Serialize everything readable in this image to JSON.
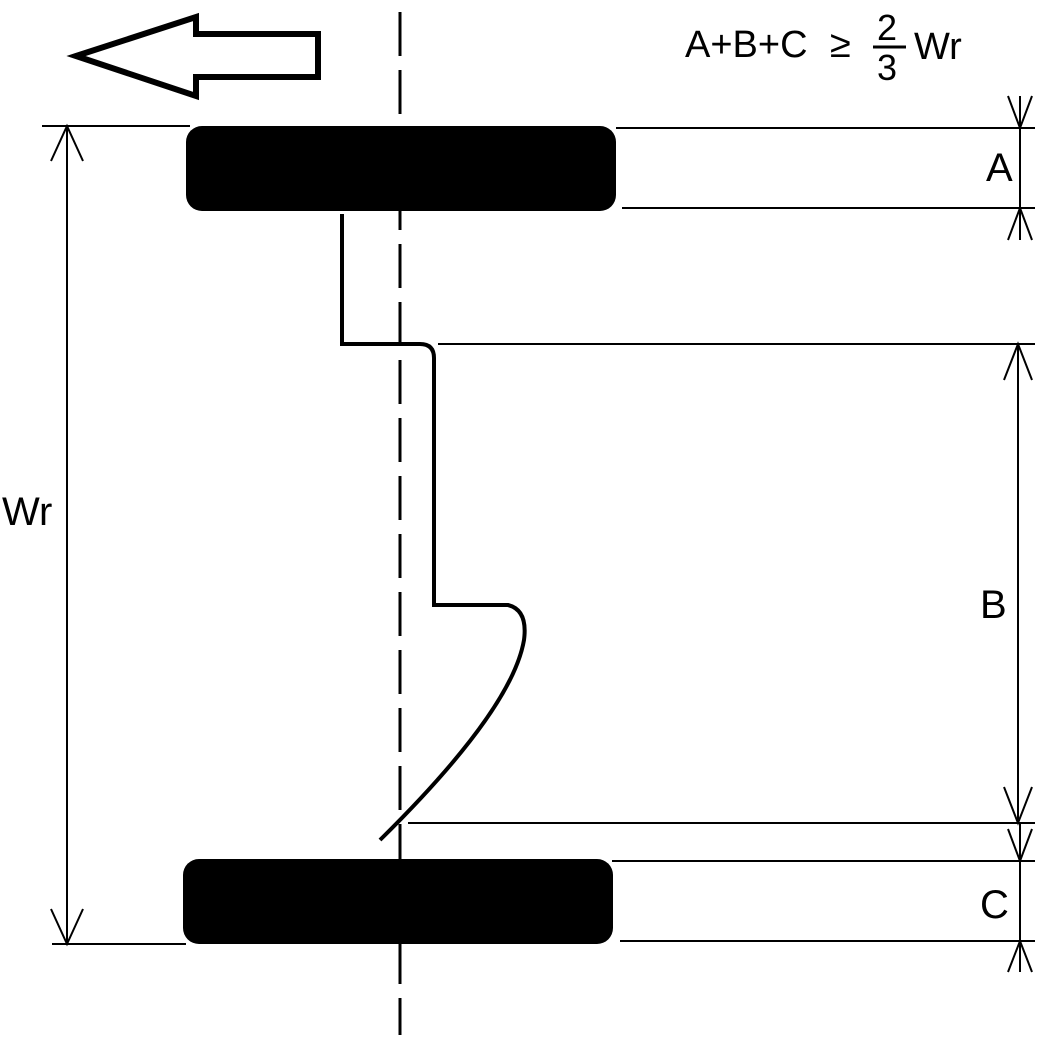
{
  "formula": {
    "lhs": "A+B+C",
    "operator": "≥",
    "numerator": "2",
    "denominator": "3",
    "suffix": "Wr"
  },
  "labels": {
    "width": "Wr",
    "a": "A",
    "b": "B",
    "c": "C"
  },
  "colors": {
    "ink": "#000000",
    "background": "#ffffff"
  }
}
